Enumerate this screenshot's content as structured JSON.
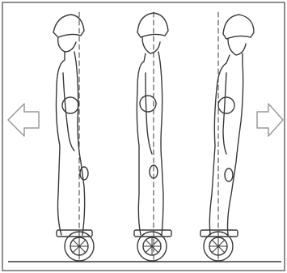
{
  "figure": {
    "figures": [
      {
        "id": "lean-backward"
      },
      {
        "id": "upright"
      },
      {
        "id": "lean-forward"
      }
    ],
    "arrows": [
      {
        "direction": "left"
      },
      {
        "direction": "right"
      }
    ]
  },
  "colors": {
    "ink": "#3a3a3a",
    "arrow": "#9a9a9a",
    "frame": "#6a6a6a",
    "background": "#ffffff"
  }
}
